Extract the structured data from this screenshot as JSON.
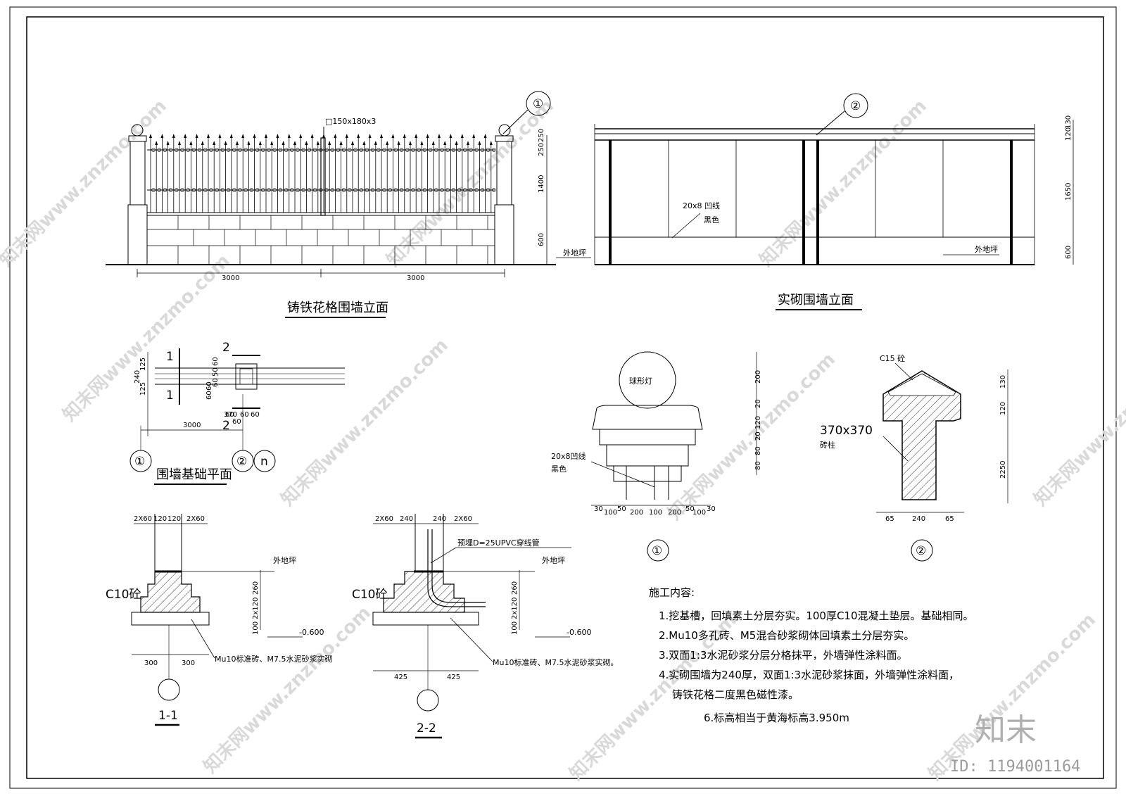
{
  "drawing": {
    "fence_elevation": {
      "title": "铸铁花格围墙立面",
      "callout_post": "①",
      "tube_label": "□150x180x3",
      "dims_vertical": [
        "250",
        "250",
        "1400",
        "600"
      ],
      "ground_label": "外地坪",
      "dims_horizontal": [
        "3000",
        "3000"
      ]
    },
    "solid_wall_elevation": {
      "title": "实砌围墙立面",
      "callout_cap": "②",
      "groove_label_line1": "20x8 凹线",
      "groove_label_line2": "黑色",
      "ground_label": "外地坪",
      "dims_vertical": [
        "130",
        "120",
        "1650",
        "600"
      ]
    },
    "foundation_plan": {
      "title": "围墙基础平面",
      "section_marks": [
        "1",
        "1",
        "2",
        "2"
      ],
      "dims": [
        "125",
        "240",
        "125",
        "60",
        "50",
        "60",
        "60",
        "60",
        "60",
        "370",
        "60",
        "60",
        "60",
        "3000"
      ],
      "axis_labels": [
        "①",
        "②",
        "n"
      ]
    },
    "detail_1": {
      "lamp_label": "球形灯",
      "groove_label_line1": "20x8凹线",
      "groove_label_line2": "黑色",
      "dims_vertical": [
        "200",
        "20",
        "120",
        "20",
        "80",
        "80"
      ],
      "dims_horizontal": [
        "30",
        "100",
        "50",
        "200",
        "100",
        "200",
        "50",
        "100",
        "30"
      ],
      "mark": "①"
    },
    "detail_2": {
      "concrete_label": "C15 砼",
      "column_size": "370x370",
      "column_label": "砖柱",
      "dims_vertical": [
        "130",
        "120",
        "2250"
      ],
      "dims_horizontal": [
        "65",
        "240",
        "65"
      ],
      "mark": "②"
    },
    "section_1_1": {
      "dims_top": [
        "2X60",
        "120",
        "120",
        "2X60"
      ],
      "ground_label": "外地坪",
      "concrete_label": "C10砼",
      "dims_vertical": [
        "260",
        "2x120",
        "100"
      ],
      "level_label": "-0.600",
      "material_label": "Mu10标准砖、M7.5水泥砂浆实砌",
      "dims_bottom": [
        "300",
        "300"
      ],
      "title": "1-1"
    },
    "section_2_2": {
      "dims_top": [
        "2X60",
        "240",
        "240",
        "2X60"
      ],
      "pipe_label": "预埋D=25UPVC穿线管",
      "ground_label": "外地坪",
      "concrete_label": "C10砼",
      "dims_vertical": [
        "260",
        "2x120",
        "100"
      ],
      "level_label": "-0.600",
      "material_label": "Mu10标准砖、M7.5水泥砂浆实砌。",
      "dims_bottom": [
        "425",
        "425"
      ],
      "title": "2-2"
    },
    "notes": {
      "heading": "施工内容:",
      "items": [
        "1.挖基槽，回填素土分层夯实。100厚C10混凝土垫层。基础相同。",
        "2.Mu10多孔砖、M5混合砂浆砌体回填素土分层夯实。",
        "3.双面1:3水泥砂浆分层分格抹平，外墙弹性涂料面。",
        "4.实砌围墙为240厚，双面1:3水泥砂浆抹面，外墙弹性涂料面，",
        "铸铁花格二度黑色磁性漆。",
        "6.标高相当于黄海标高3.950m"
      ]
    }
  },
  "watermark": {
    "text": "知末网www.znzmo.com",
    "logo": "知末",
    "id_label": "ID: 1194001164"
  },
  "colors": {
    "line": "#000000",
    "watermark": "#d9d9d9",
    "background": "#ffffff"
  }
}
